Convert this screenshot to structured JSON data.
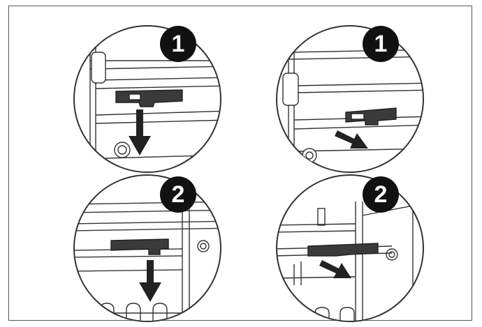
{
  "figure": {
    "panels": [
      {
        "step": "1",
        "action": "pull-down"
      },
      {
        "step": "1",
        "action": "slide-out"
      },
      {
        "step": "2",
        "action": "pull-down"
      },
      {
        "step": "2",
        "action": "slide-out"
      }
    ]
  },
  "colors": {
    "line": "#333333",
    "bracket": "#3a3a3a",
    "arrow": "#222222",
    "badge": "#111111",
    "badge_text": "#ffffff"
  }
}
